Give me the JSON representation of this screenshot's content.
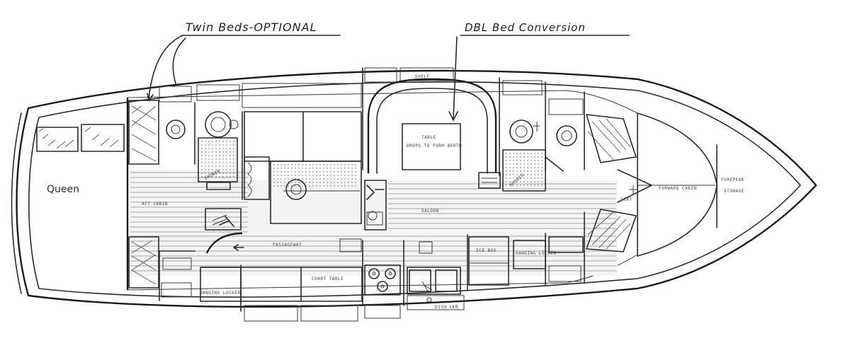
{
  "diagram": {
    "callouts": {
      "twin_beds": "Twin Beds-OPTIONAL",
      "dbl_bed": "DBL Bed Conversion"
    },
    "areas": {
      "queen": "Queen",
      "aft_cabin": "AFT CABIN",
      "saloon": "SALOON",
      "passageway": "PASSAGEWAY",
      "forward_cabin": "FORWARD CABIN",
      "forepeak": "FOREPEAK",
      "stowage": "STOWAGE",
      "shower_aft": "SHOWER",
      "shower_fwd": "SHOWER",
      "table": "TABLE",
      "table_note": "DROPS TO FORM BERTH",
      "ice_box": "ICE BOX",
      "hanging_locker_fwd": "HANGING LOCKER",
      "hanging_locker_aft": "HANGING LOCKER",
      "chart_table": "CHART TABLE",
      "seat": "SEAT",
      "shelf": "SHELF",
      "dish_lkr": "DISH LKR"
    }
  }
}
